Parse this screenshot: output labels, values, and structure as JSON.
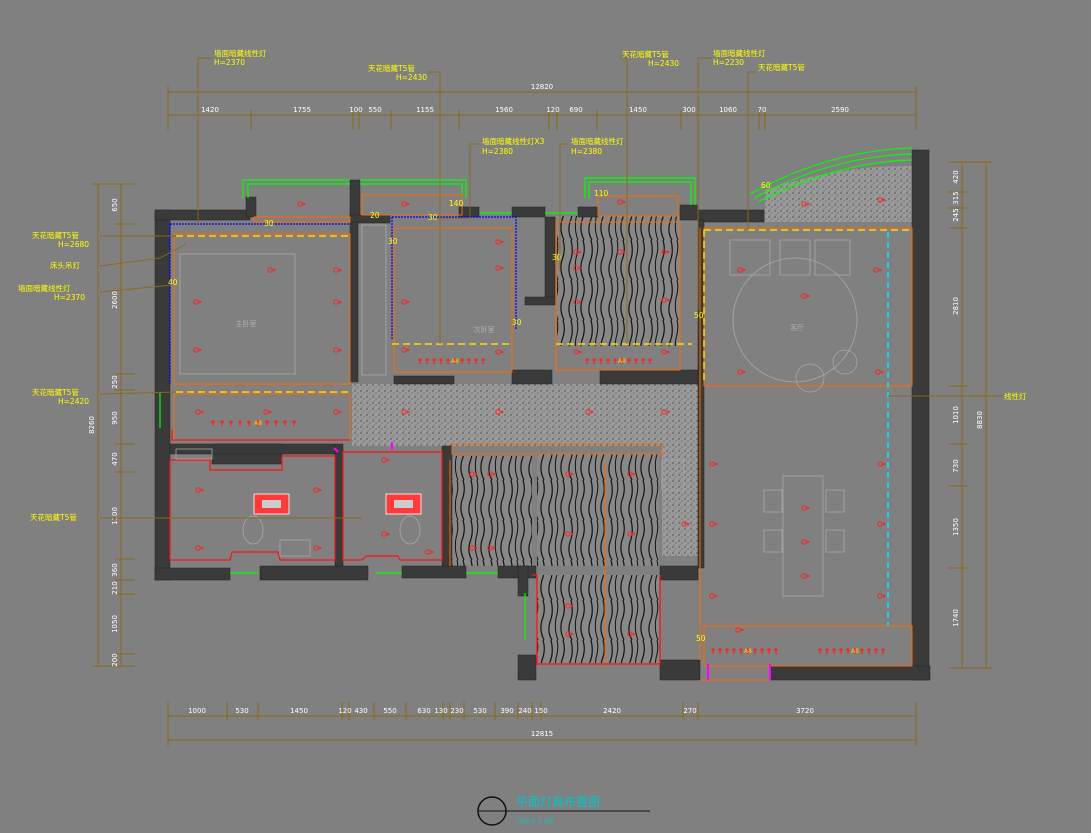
{
  "colors": {
    "background": "#808080",
    "wall": "#3a3a3a",
    "dimension": "#8a6a1a",
    "light_strip": "#ffd700",
    "ceiling_edge": "#ff6a00",
    "lamp": "#ff2020",
    "blue_line": "#0000ff",
    "green": "#00ff00",
    "cyan": "#00e5ff",
    "magenta": "#ff00ff",
    "title": "#00c8c8"
  },
  "top_dims": {
    "total": "12820",
    "segments": [
      "1420",
      "1755",
      "100",
      "550",
      "1155",
      "1560",
      "120",
      "690",
      "1450",
      "300",
      "1060",
      "70",
      "2590"
    ]
  },
  "bottom_dims": {
    "total": "12815",
    "segments": [
      "1000",
      "530",
      "1450",
      "120",
      "430",
      "550",
      "630",
      "130",
      "230",
      "530",
      "390",
      "240",
      "150",
      "2420",
      "270",
      "3720"
    ]
  },
  "left_dims": {
    "total": "8260",
    "segments": [
      "650",
      "2600",
      "250",
      "950",
      "470",
      "1100",
      "360",
      "210",
      "1050",
      "200"
    ]
  },
  "right_dims": {
    "total": "8830",
    "segments": [
      "420",
      "245",
      "315",
      "2810",
      "1010",
      "730",
      "1350",
      "1740"
    ]
  },
  "annotations": {
    "a1": {
      "line1": "墙面暗藏线性灯",
      "line2": "H=2370"
    },
    "a2": {
      "line1": "天花暗藏T5管",
      "line2": "H=2430"
    },
    "a3": {
      "line1": "墙面暗藏线性灯X3",
      "line2": "H=2380"
    },
    "a4": {
      "line1": "墙面暗藏线性灯",
      "line2": "H=2380"
    },
    "a5": {
      "line1": "天花暗藏T5管",
      "line2": "H=2430"
    },
    "a6": {
      "line1": "墙面暗藏线性灯",
      "line2": "H=2230"
    },
    "a7": {
      "line1": "天花暗藏T5管",
      "line2": ""
    },
    "l1": {
      "line1": "天花暗藏T5管",
      "line2": "H=2680"
    },
    "l2": {
      "line1": "床头吊灯",
      "line2": ""
    },
    "l3": {
      "line1": "墙面暗藏线性灯",
      "line2": "H=2370"
    },
    "l4": {
      "line1": "天花暗藏T5管",
      "line2": "H=2420"
    },
    "l5": {
      "line1": "天花暗藏T5管",
      "line2": ""
    },
    "r1": {
      "line1": "线性灯",
      "line2": ""
    }
  },
  "room_marks": [
    "30",
    "20",
    "40",
    "30",
    "140",
    "30",
    "30",
    "110",
    "30",
    "60",
    "50",
    "50",
    "A8",
    "A8",
    "A8",
    "A8",
    "A8",
    "A8",
    "A8"
  ],
  "room_names": [
    "主卧室",
    "次卧室",
    "客厅"
  ],
  "title": {
    "main": "平面灯具布置图",
    "scale": "SCALE 1:100"
  }
}
